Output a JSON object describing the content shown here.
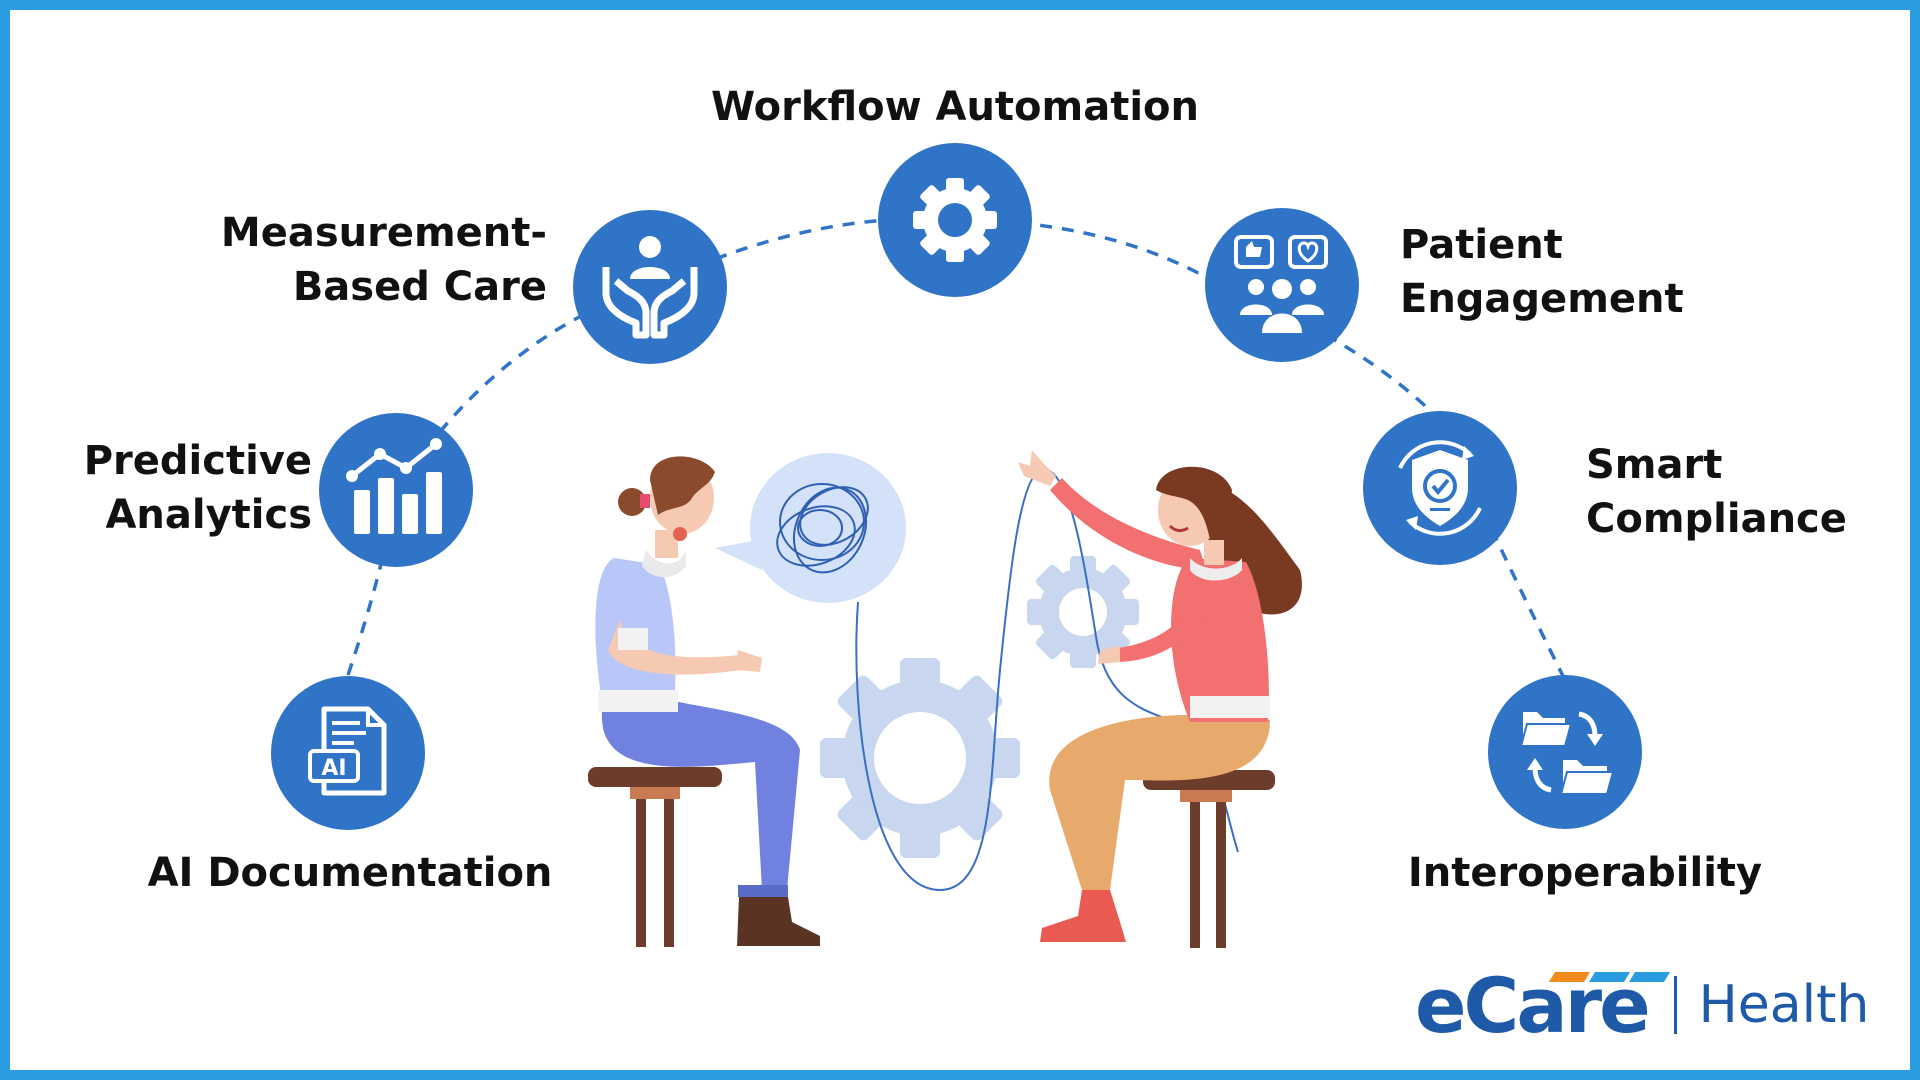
{
  "features": {
    "workflow": "Workflow Automation",
    "measurement": [
      "Measurement-",
      "Based Care"
    ],
    "patient": [
      "Patient",
      "Engagement"
    ],
    "predictive": [
      "Predictive",
      "Analytics"
    ],
    "compliance": [
      "Smart",
      "Compliance"
    ],
    "ai_doc": "AI Documentation",
    "interop": "Interoperability"
  },
  "icon_badge_text": "AI",
  "brand": {
    "logo": "eCare",
    "divider": "|",
    "suffix": "Health"
  },
  "colors": {
    "frame": "#2b9be0",
    "icon_circle": "#2f74c6",
    "arc": "#2f74c6",
    "gear": "#c9d6ef",
    "brand_blue": "#1f5aa8",
    "brand_orange": "#f28a1b"
  }
}
